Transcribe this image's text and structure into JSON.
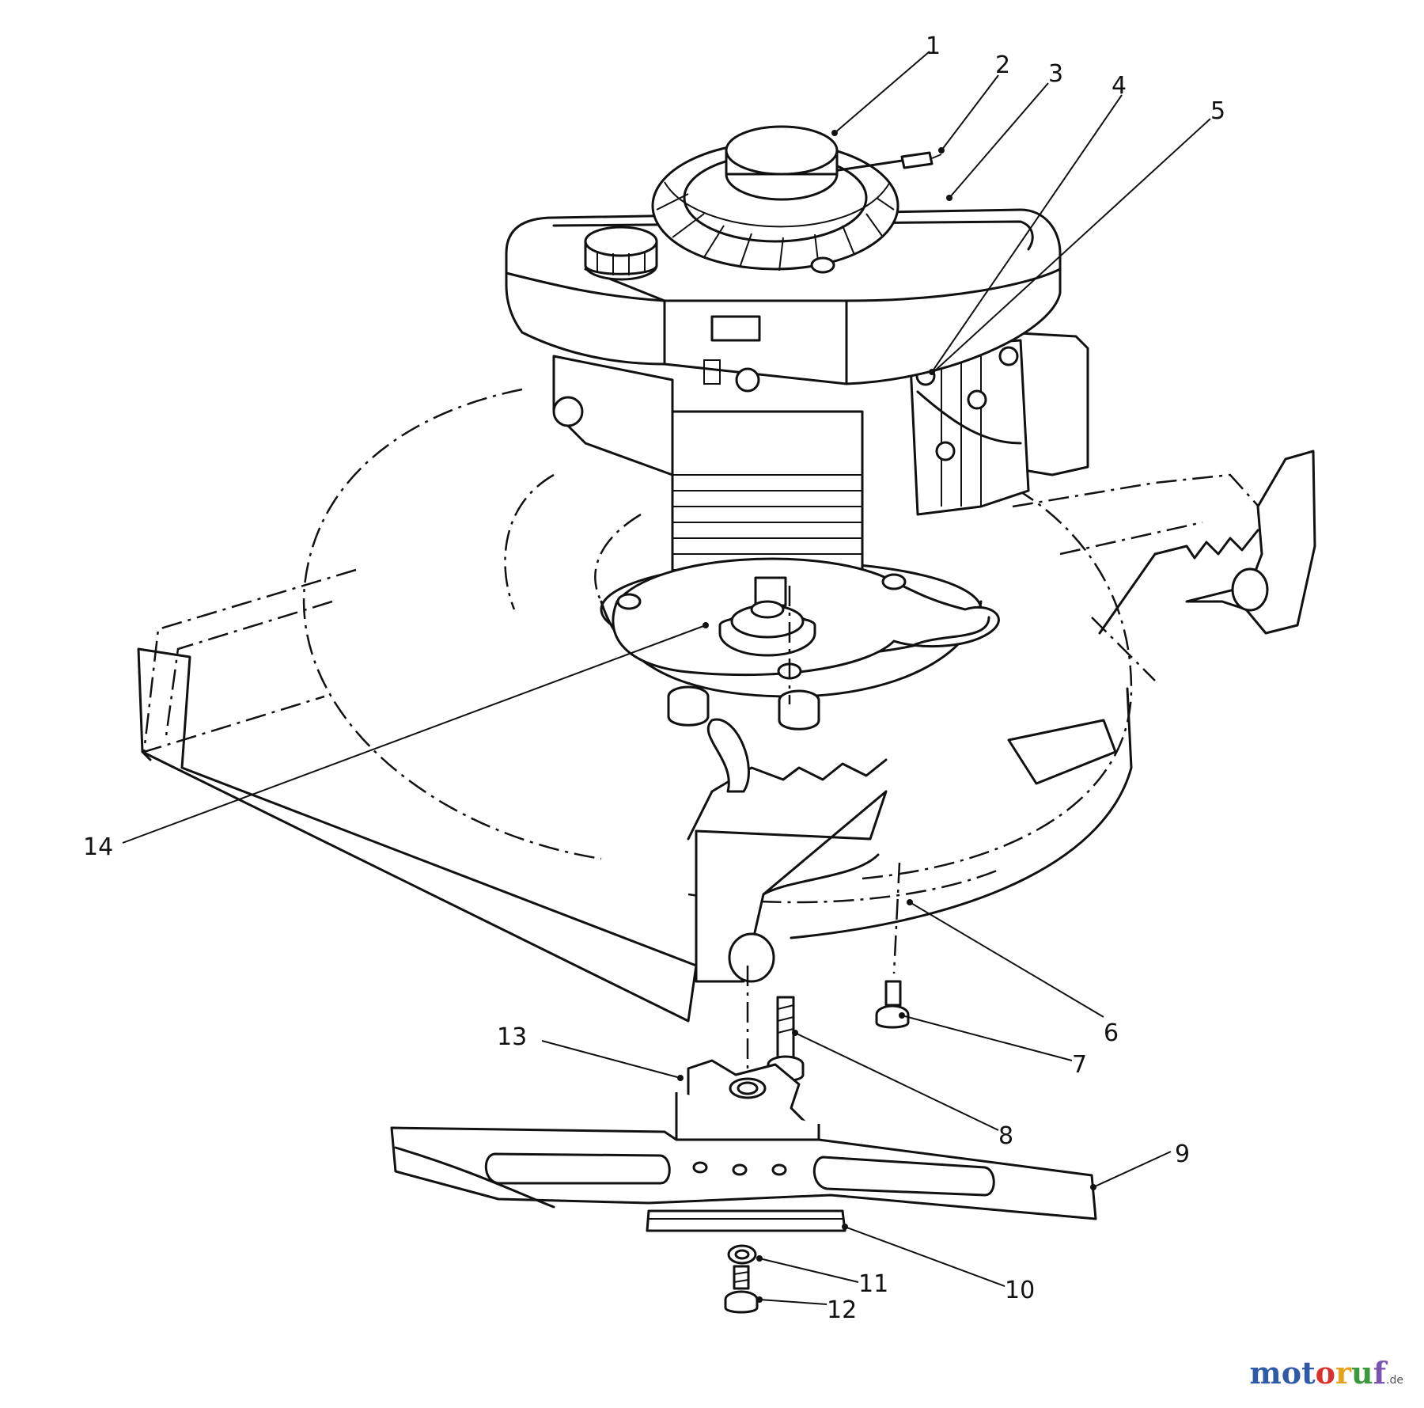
{
  "diagram": {
    "callouts": [
      "1",
      "2",
      "3",
      "4",
      "5",
      "6",
      "7",
      "8",
      "9",
      "10",
      "11",
      "12",
      "13",
      "14"
    ]
  },
  "watermark": {
    "parts": [
      "mot",
      "o",
      "r",
      "u",
      "f"
    ],
    "tld": ".de"
  }
}
